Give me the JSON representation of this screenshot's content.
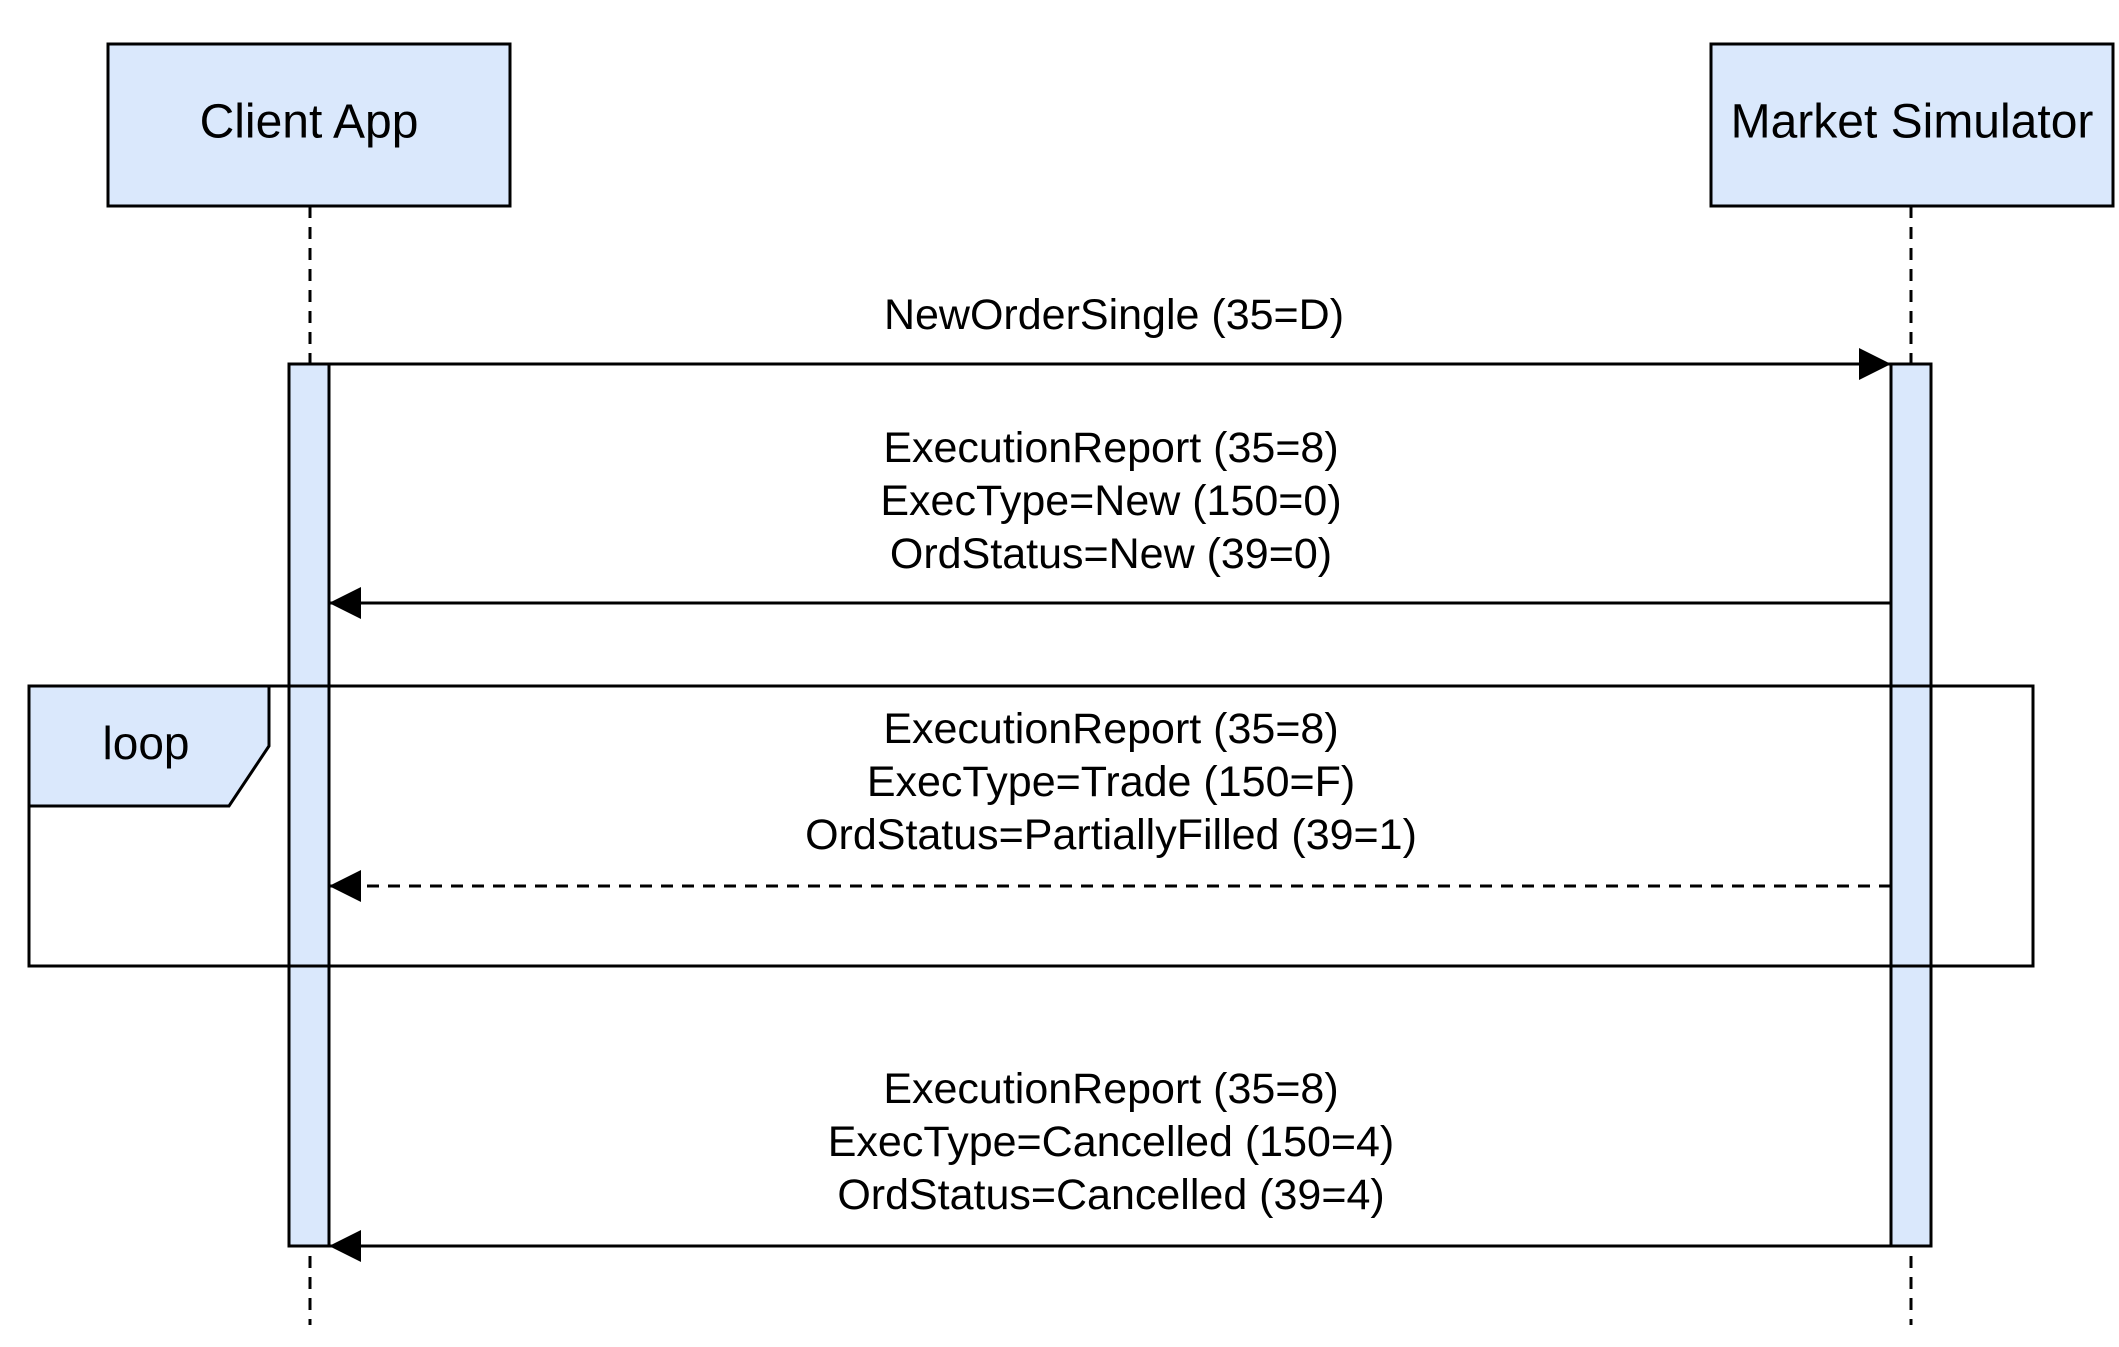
{
  "colors": {
    "fill": "#dae8fc",
    "stroke": "#000000",
    "background": "#ffffff"
  },
  "participants": [
    {
      "id": "client",
      "label": "Client App"
    },
    {
      "id": "market",
      "label": "Market Simulator"
    }
  ],
  "messages": [
    {
      "id": "new-order-single",
      "from": "client",
      "to": "market",
      "style": "solid",
      "lines": [
        "NewOrderSingle (35=D)"
      ]
    },
    {
      "id": "execution-report-new",
      "from": "market",
      "to": "client",
      "style": "solid",
      "lines": [
        "ExecutionReport (35=8)",
        "ExecType=New (150=0)",
        "OrdStatus=New (39=0)"
      ]
    },
    {
      "id": "execution-report-trade",
      "from": "market",
      "to": "client",
      "style": "dashed",
      "lines": [
        "ExecutionReport (35=8)",
        "ExecType=Trade (150=F)",
        "OrdStatus=PartiallyFilled (39=1)"
      ]
    },
    {
      "id": "execution-report-cancelled",
      "from": "market",
      "to": "client",
      "style": "solid",
      "lines": [
        "ExecutionReport (35=8)",
        "ExecType=Cancelled (150=4)",
        "OrdStatus=Cancelled (39=4)"
      ]
    }
  ],
  "fragments": [
    {
      "id": "loop",
      "label": "loop",
      "contains": [
        "execution-report-trade"
      ]
    }
  ]
}
